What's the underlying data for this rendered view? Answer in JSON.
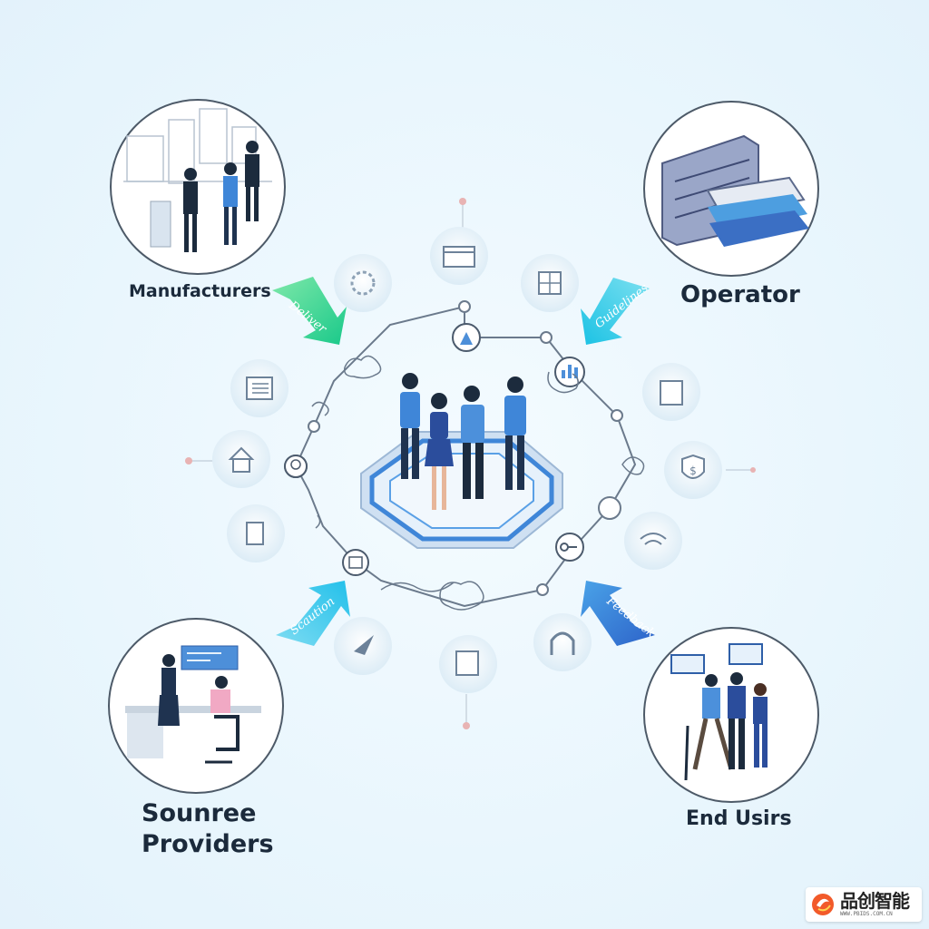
{
  "stakeholders": {
    "manufacturers": "Manufacturers",
    "operator": "Operator",
    "source_line1": "Sounree",
    "source_line2": "Providers",
    "end_users": "End Usirs"
  },
  "arrows": {
    "manufacturers_arrow": "Deliver",
    "operator_arrow": "Guidelines",
    "source_arrow": "Scaution",
    "end_users_arrow": "Feedback"
  },
  "icons": [
    "gear-icon",
    "browser-window-icon",
    "calculator-icon",
    "list-icon",
    "house-icon",
    "document-icon",
    "ticket-icon",
    "dollar-shield-icon",
    "wifi-icon",
    "paper-plane-icon",
    "checklist-icon",
    "arch-icon",
    "tools-icon",
    "bar-chart-icon",
    "award-icon",
    "key-icon",
    "network-icon"
  ],
  "colors": {
    "accent_green": "#2ed48a",
    "accent_cyan": "#26c6e8",
    "accent_blue": "#1f6fcf",
    "node_stroke": "#5d6c7f",
    "platform_blue": "#4d8fd9"
  },
  "watermark": {
    "brand": "品创智能",
    "url": "WWW.PBIDS.COM.CN"
  }
}
